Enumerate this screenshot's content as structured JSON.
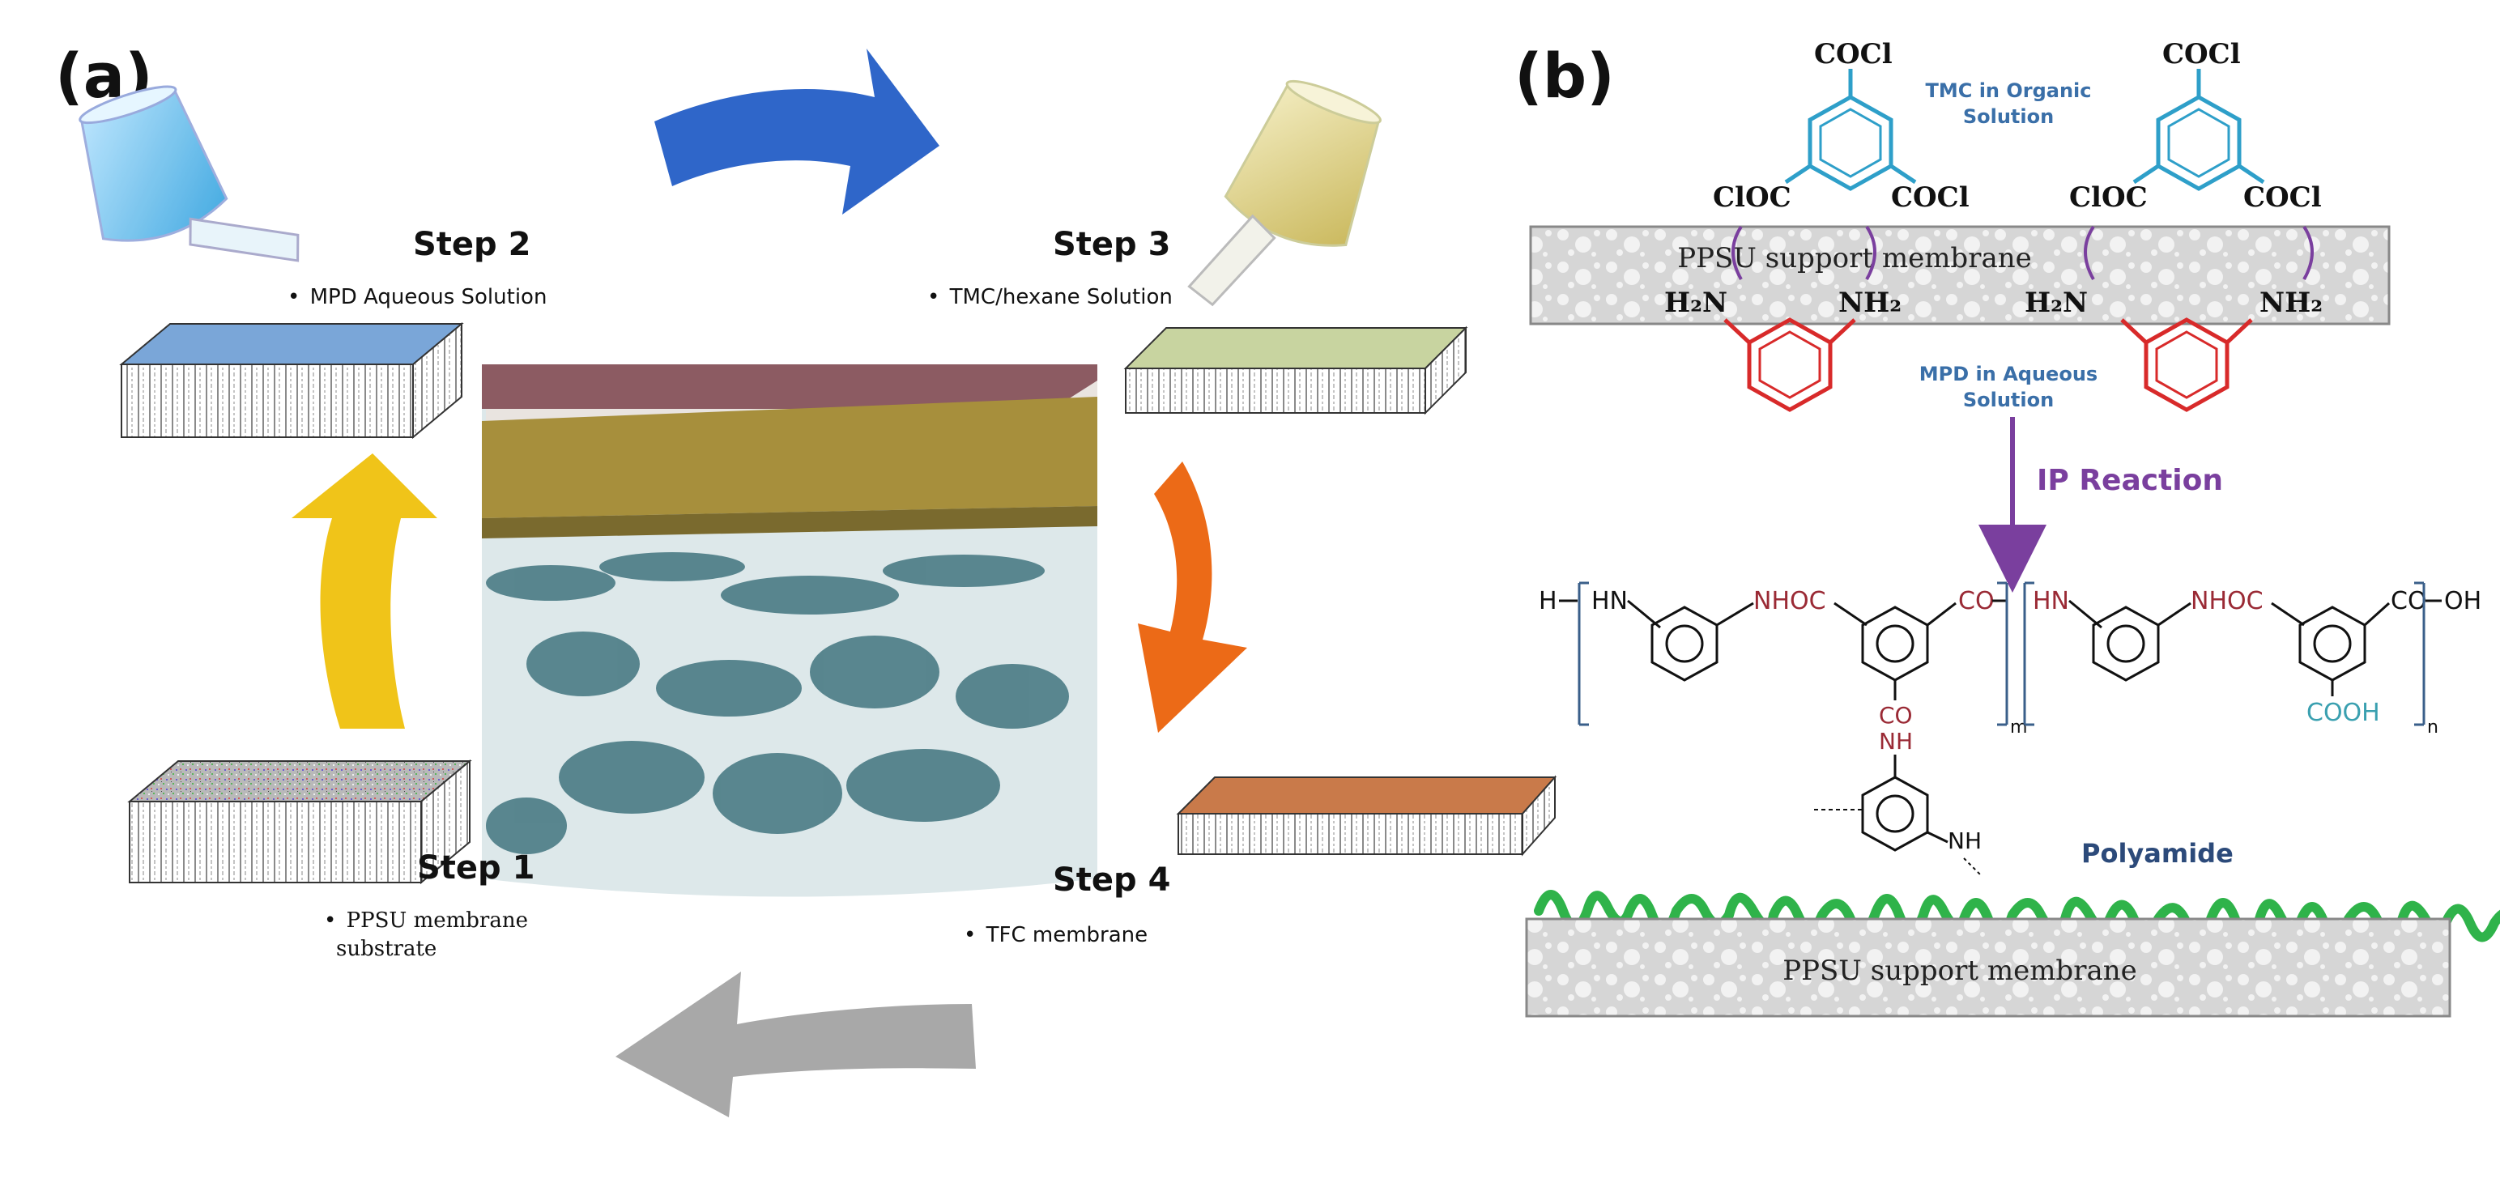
{
  "panel_a": {
    "label": "(a)",
    "steps": [
      {
        "title": "Step 1",
        "bullet": "•",
        "note_line1": "PPSU membrane",
        "note_line2": "substrate"
      },
      {
        "title": "Step 2",
        "bullet": "•",
        "note_line1": "MPD Aqueous Solution"
      },
      {
        "title": "Step 3",
        "bullet": "•",
        "note_line1": "TMC/hexane Solution"
      },
      {
        "title": "Step 4",
        "bullet": "•",
        "note_line1": "TFC membrane"
      }
    ],
    "colors": {
      "arrow_step1_to_2": "#f0c419",
      "arrow_step2_to_3": "#2f66c9",
      "arrow_step3_to_4": "#ec6a17",
      "arrow_step4_to_1": "#a8a8a8",
      "layer_mpd": "#7aa6d8",
      "layer_tmc": "#c8d4a0",
      "layer_tfc": "#c97a4a",
      "polyamide_layer": "#a78f3c",
      "support_fibers": "#4a7b85"
    }
  },
  "panel_b": {
    "label": "(b)",
    "tmc_group": "COCl",
    "tmc_left_group": "ClOC",
    "tmc_right_group": "COCl",
    "tmc_left_group_2": "ClOC",
    "tmc_label_line1": "TMC in Organic",
    "tmc_label_line2": "Solution",
    "support_label": "PPSU support membrane",
    "amine_left": "H₂N",
    "amine_right": "NH₂",
    "mpd_label_line1": "MPD in Aqueous",
    "mpd_label_line2": "Solution",
    "reaction_label": "IP Reaction",
    "polymer": {
      "h_end": "H",
      "hn": "HN",
      "nhoc": "NHOC",
      "co": "CO",
      "oh": "OH",
      "cooh": "COOH",
      "co_branch": "CO",
      "nh_branch": "NH",
      "nh_bottom": "NH",
      "sub_m": "m",
      "sub_n": "n"
    },
    "polyamide_label": "Polyamide",
    "support_label_bottom": "PPSU support membrane",
    "colors": {
      "tmc": "#2e9fc9",
      "mpd": "#d82a2a",
      "arrow": "#7a3f9e",
      "reaction_text": "#7a3f9e",
      "label_blue": "#3a6fa8",
      "amide": "#9a2a35",
      "cooh": "#3aa0b0",
      "polyamide": "#2fb34a",
      "polyamide_label": "#2c4a7a",
      "membrane_fill": "#d9d9d9"
    }
  }
}
